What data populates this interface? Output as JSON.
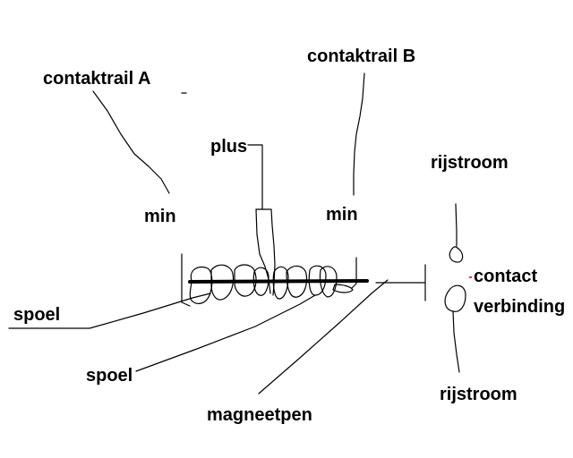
{
  "labels": {
    "contaktrail_a": "contaktrail A",
    "contaktrail_b": "contaktrail B",
    "plus": "plus",
    "min_left": "min",
    "min_right": "min",
    "spoel_left": "spoel",
    "spoel_bottom": "spoel",
    "magneetpen": "magneetpen",
    "rijstroom_top": "rijstroom",
    "rijstroom_bottom": "rijstroom",
    "contact": "contact",
    "verbinding": "verbinding"
  }
}
